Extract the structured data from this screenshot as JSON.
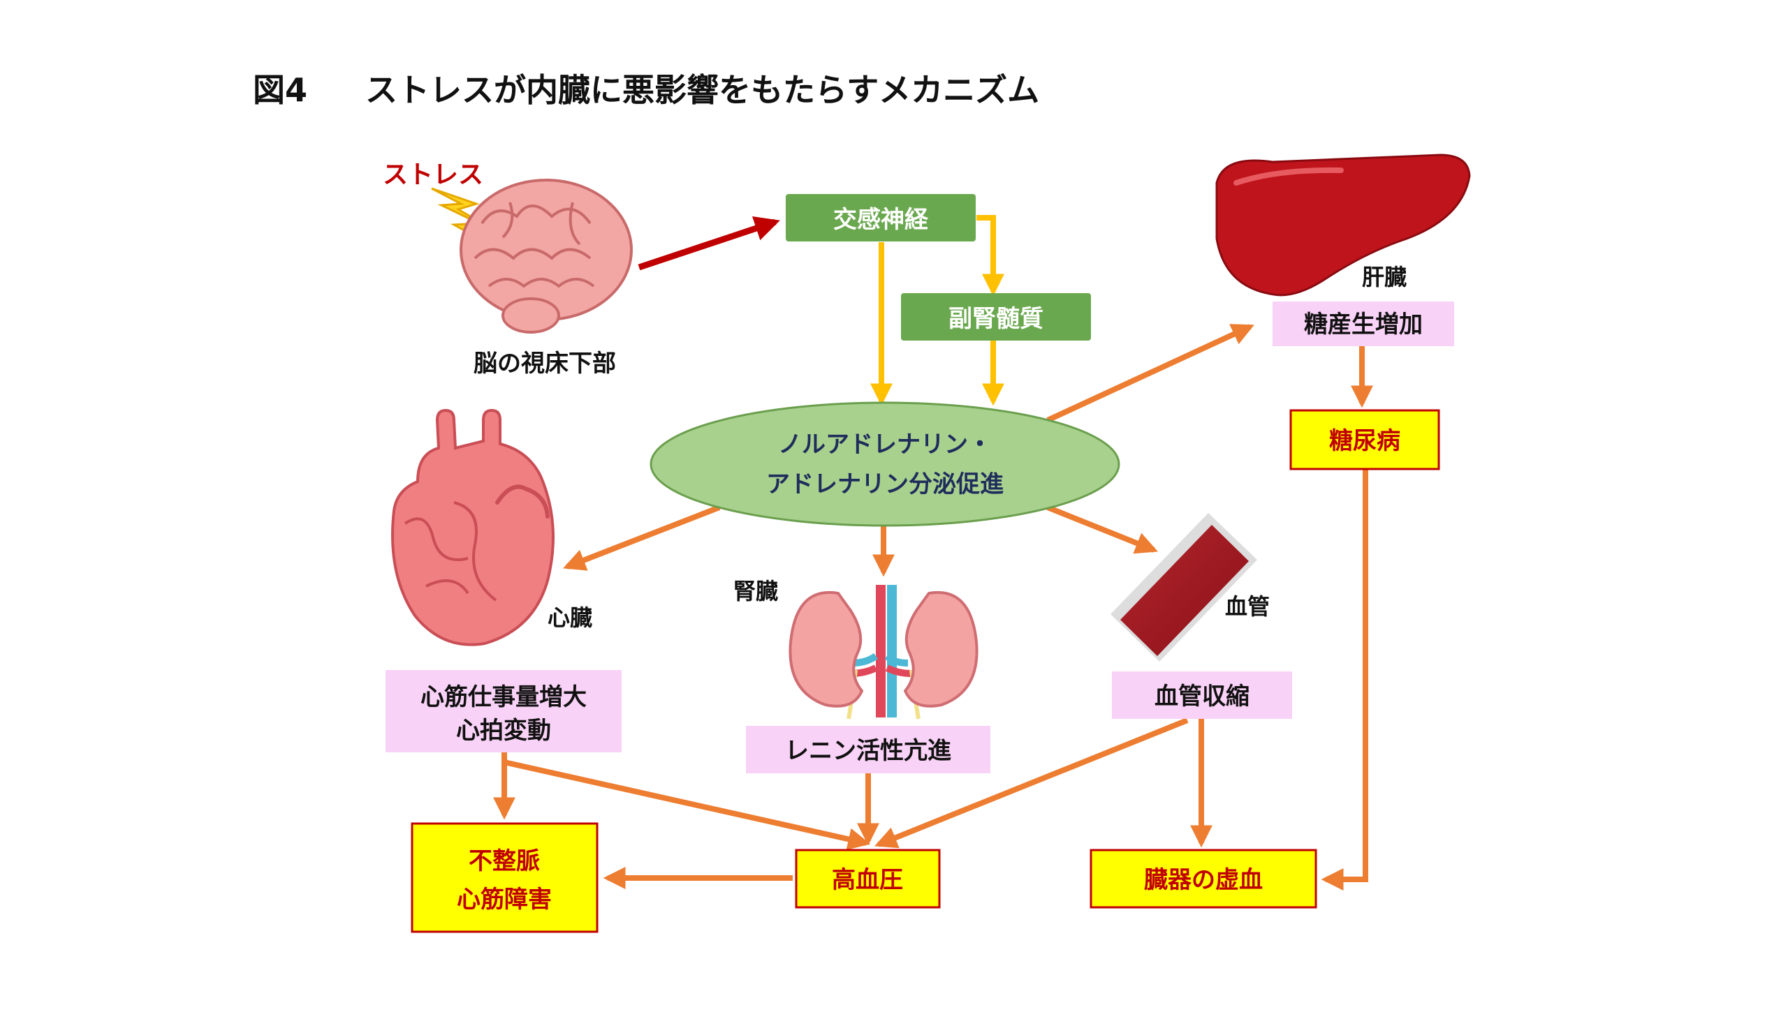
{
  "title": {
    "label": "図4",
    "text": "ストレスが内臓に悪影響をもたらすメカニズム"
  },
  "labels": {
    "stress": "ストレス",
    "brain": "脳の視床下部",
    "liver": "肝臓",
    "heart": "心臓",
    "kidney": "腎臓",
    "vessel": "血管"
  },
  "nodes": {
    "sympathetic": "交感神経",
    "adrenal_medulla": "副腎髄質",
    "hormone_line1": "ノルアドレナリン・",
    "hormone_line2": "アドレナリン分泌促進",
    "gluconeogenesis": "糖産生増加",
    "diabetes": "糖尿病",
    "heart_effect_line1": "心筋仕事量増大",
    "heart_effect_line2": "心拍変動",
    "renin": "レニン活性亢進",
    "vasoconstriction": "血管収縮",
    "arrhythmia_line1": "不整脈",
    "arrhythmia_line2": "心筋障害",
    "hypertension": "高血圧",
    "ischemia": "臓器の虚血"
  },
  "colors": {
    "green_box": "#6aa84f",
    "ellipse": "#a9d18e",
    "pink_box": "#f9d2f7",
    "yellow_box": "#ffff00",
    "red_text": "#c00000",
    "orange_arrow": "#ed7d31",
    "yellow_arrow": "#ffc000",
    "red_arrow": "#c00000"
  }
}
